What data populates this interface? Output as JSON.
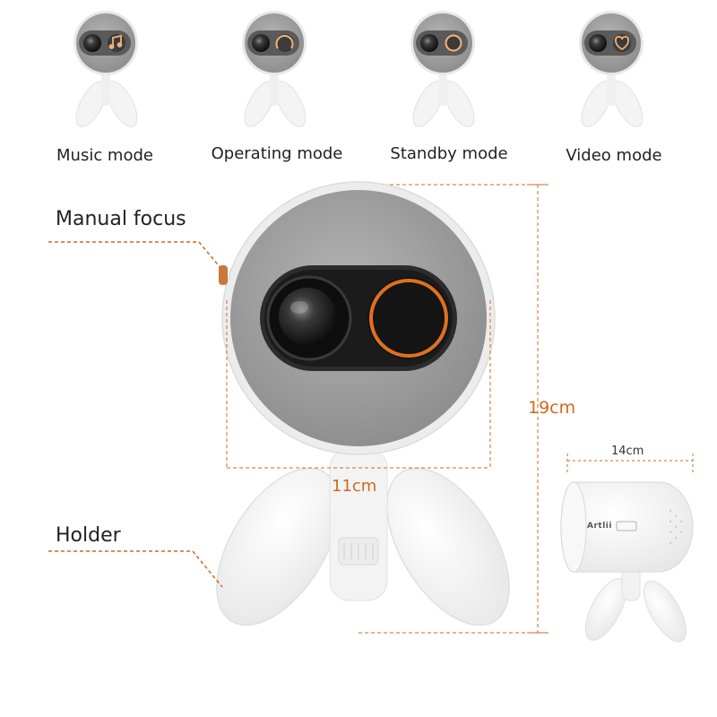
{
  "modes": [
    {
      "label": "Music mode",
      "icon": "music-note-icon"
    },
    {
      "label": "Operating mode",
      "icon": "arc-ring-icon"
    },
    {
      "label": "Standby mode",
      "icon": "full-ring-icon"
    },
    {
      "label": "Video mode",
      "icon": "heart-icon"
    }
  ],
  "callouts": {
    "manual_focus": "Manual focus",
    "holder": "Holder"
  },
  "dimensions": {
    "height": "19cm",
    "width": "11cm",
    "depth": "14cm"
  },
  "side_view": {
    "brand": "Artlii"
  },
  "colors": {
    "accent": "#e07020",
    "dimension": "#d2691e",
    "fabric": "#9a9a9a",
    "body": "#f2f2f2"
  }
}
